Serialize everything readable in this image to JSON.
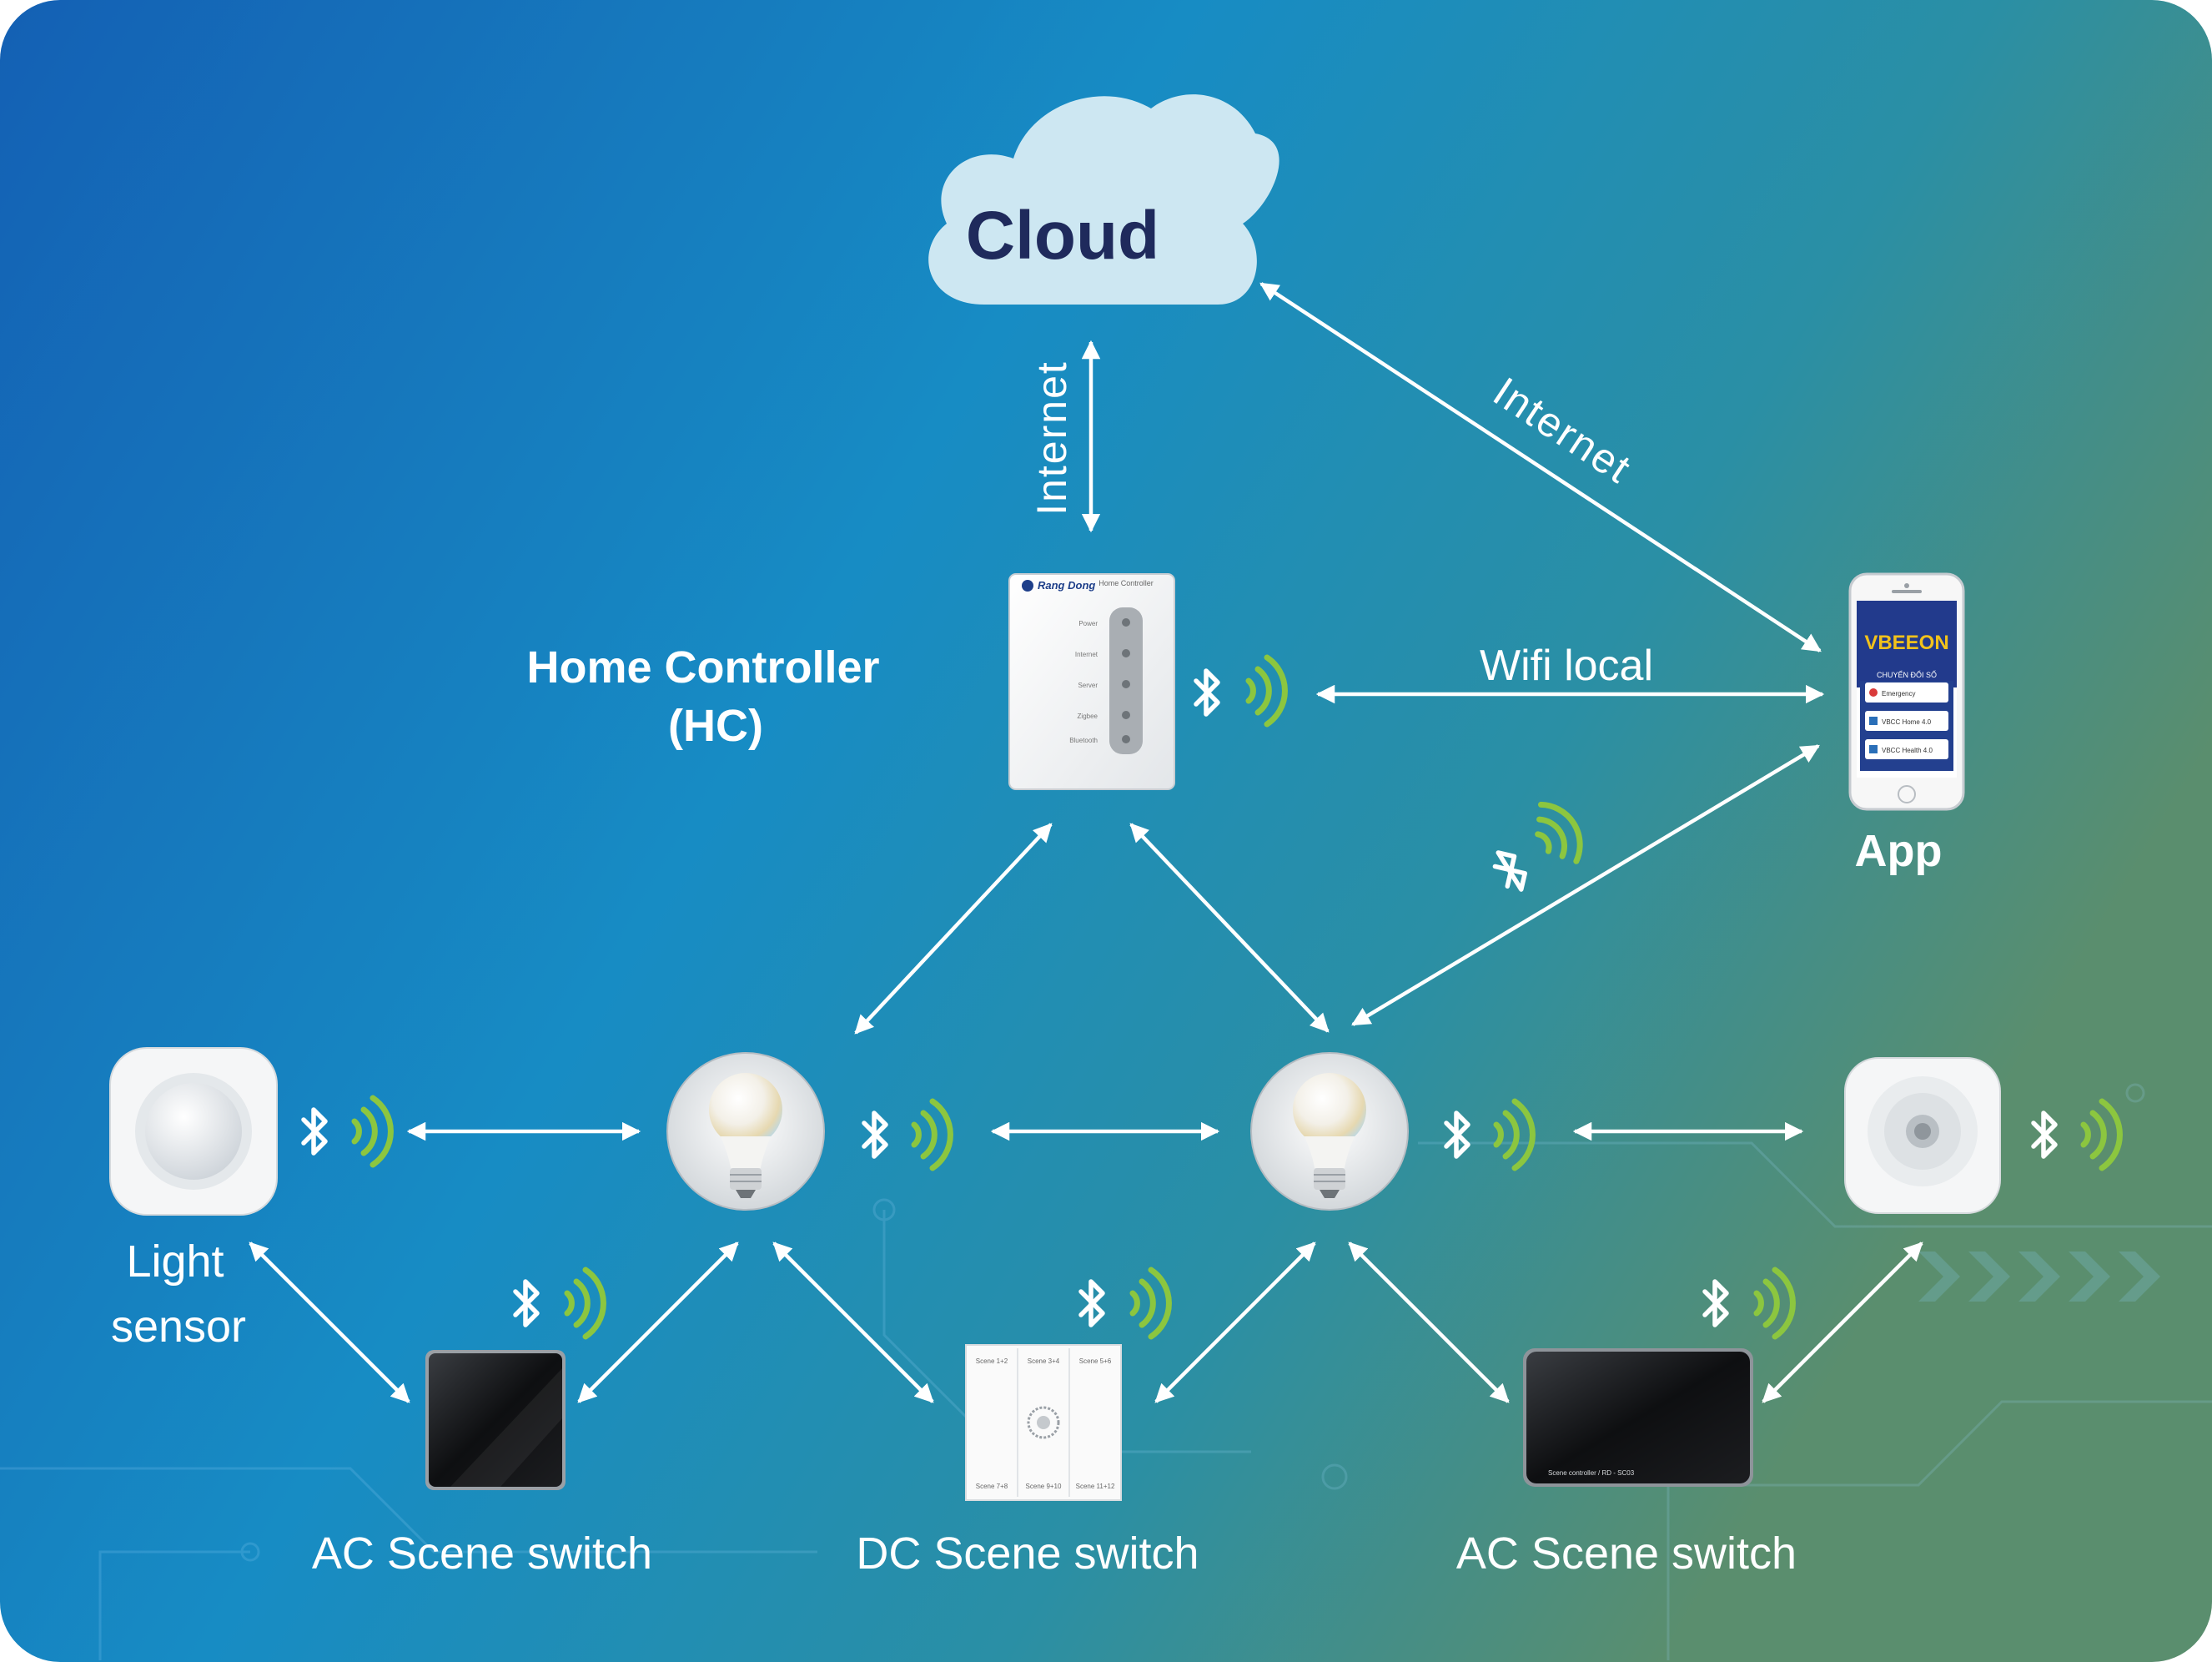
{
  "colors": {
    "bg_start": "#1565b8",
    "bg_mid": "#1a8bc4",
    "bg_end": "#4f8f72",
    "arrow": "#ffffff",
    "signal": "#8cc63f",
    "cloud": "#cfe8f3",
    "cloud_text": "#1f2a5c"
  },
  "cloud": {
    "label": "Cloud"
  },
  "links": {
    "cloud_hc": "Internet",
    "cloud_app": "Internet",
    "hc_app": "Wifi local"
  },
  "hub": {
    "title_line1": "Home Controller",
    "title_line2": "(HC)",
    "brand": "Rang Dong",
    "model": "Home Controller",
    "leds": [
      "Power",
      "Internet",
      "Server",
      "Zigbee",
      "Bluetooth"
    ]
  },
  "app": {
    "label": "App",
    "brand": "VBEEON",
    "tagline": "CHUYỂN ĐỔI SỐ",
    "items": [
      "Emergency",
      "VBCC Home 4.0",
      "VBCC Health 4.0"
    ]
  },
  "devices": {
    "light_sensor": {
      "line1": "Light",
      "line2": "sensor"
    },
    "ac_switch_left": {
      "label": "AC Scene switch"
    },
    "dc_switch": {
      "label": "DC Scene switch",
      "buttons_top": [
        "Scene 1+2",
        "Scene 3+4",
        "Scene 5+6"
      ],
      "buttons_bottom": [
        "Scene 7+8",
        "Scene 9+10",
        "Scene 11+12"
      ]
    },
    "ac_switch_right": {
      "label": "AC Scene switch",
      "caption": "Scene controller / RD - SC03"
    }
  },
  "icons": {
    "bluetooth": "bluetooth-icon",
    "signal": "wireless-signal-icon",
    "bulb": "led-bulb-icon",
    "motion": "motion-sensor-icon"
  }
}
